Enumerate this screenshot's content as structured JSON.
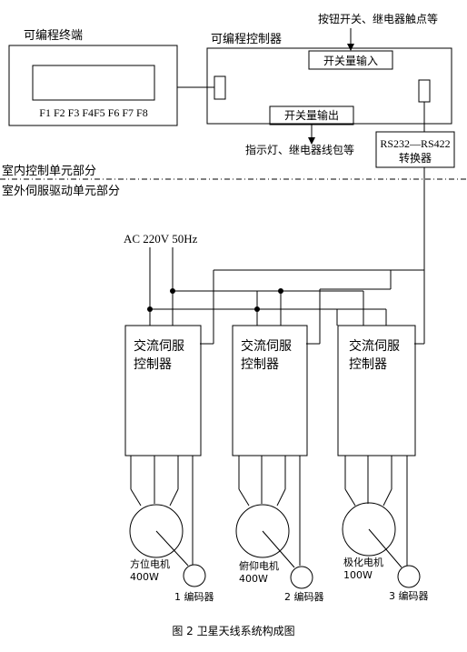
{
  "terminal": {
    "title": "可编程终端",
    "keys": "F1 F2 F3 F4F5 F6 F7 F8"
  },
  "plc": {
    "title": "可编程控制器",
    "input_box": "开关量输入",
    "output_box": "开关量输出",
    "input_note": "按钮开关、继电器触点等",
    "output_note": "指示灯、继电器线包等"
  },
  "converter": {
    "line1": "RS232—RS422",
    "line2": "转换器"
  },
  "zones": {
    "indoor": "室内控制单元部分",
    "outdoor": "室外伺服驱动单元部分"
  },
  "power": "AC 220V 50Hz",
  "servo_controllers": [
    {
      "line1": "交流伺服",
      "line2": "控制器"
    },
    {
      "line1": "交流伺服",
      "line2": "控制器"
    },
    {
      "line1": "交流伺服",
      "line2": "控制器"
    }
  ],
  "motors": [
    {
      "name": "方位电机",
      "power": "400W",
      "encoder": "1 编码器"
    },
    {
      "name": "俯仰电机",
      "power": "400W",
      "encoder": "2 编码器"
    },
    {
      "name": "极化电机",
      "power": "100W",
      "encoder": "3 编码器"
    }
  ],
  "caption": "图 2  卫星天线系统构成图"
}
